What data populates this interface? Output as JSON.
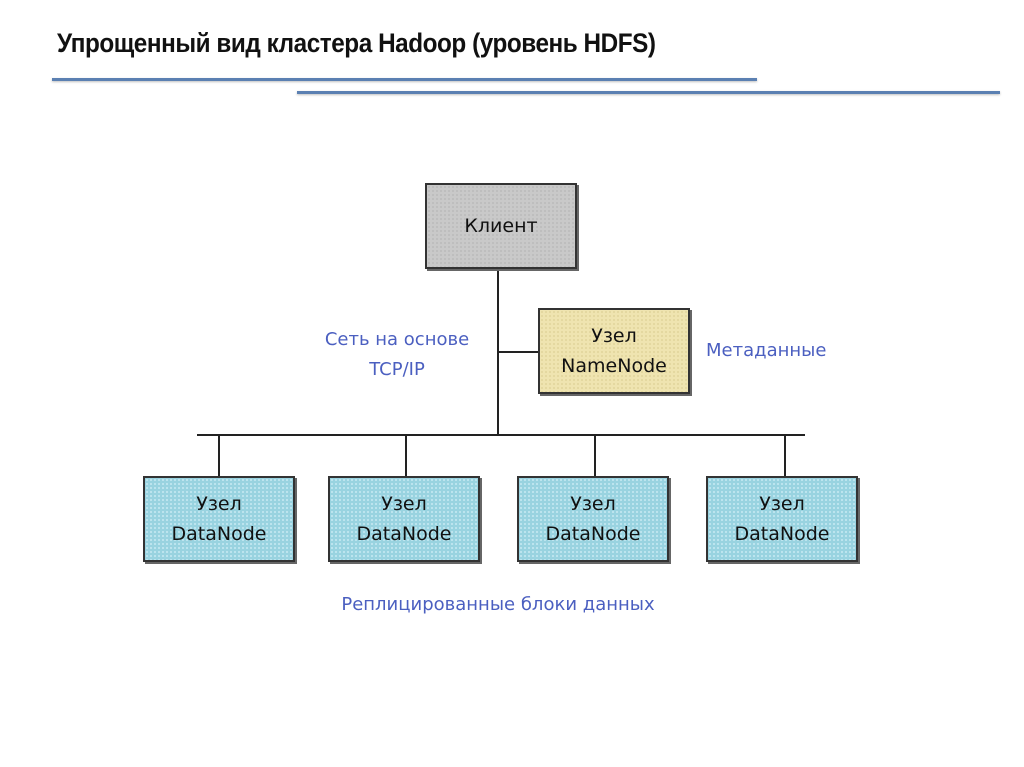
{
  "title": "Упрощенный вид кластера Hadoop (уровень HDFS)",
  "client": {
    "label": "Клиент"
  },
  "namenode": {
    "line1": "Узел",
    "line2": "NameNode"
  },
  "datanodes": [
    {
      "line1": "Узел",
      "line2": "DataNode"
    },
    {
      "line1": "Узел",
      "line2": "DataNode"
    },
    {
      "line1": "Узел",
      "line2": "DataNode"
    },
    {
      "line1": "Узел",
      "line2": "DataNode"
    }
  ],
  "labels": {
    "network_line1": "Сеть на основе",
    "network_line2": "TCP/IP",
    "metadata": "Метаданные",
    "replicated": "Реплицированные блоки данных"
  },
  "colors": {
    "label_text": "#4b5fc0",
    "rule": "#5b80b2",
    "client": "#c9c9c9",
    "namenode": "#efe4b0",
    "datanode": "#99d3e0"
  }
}
